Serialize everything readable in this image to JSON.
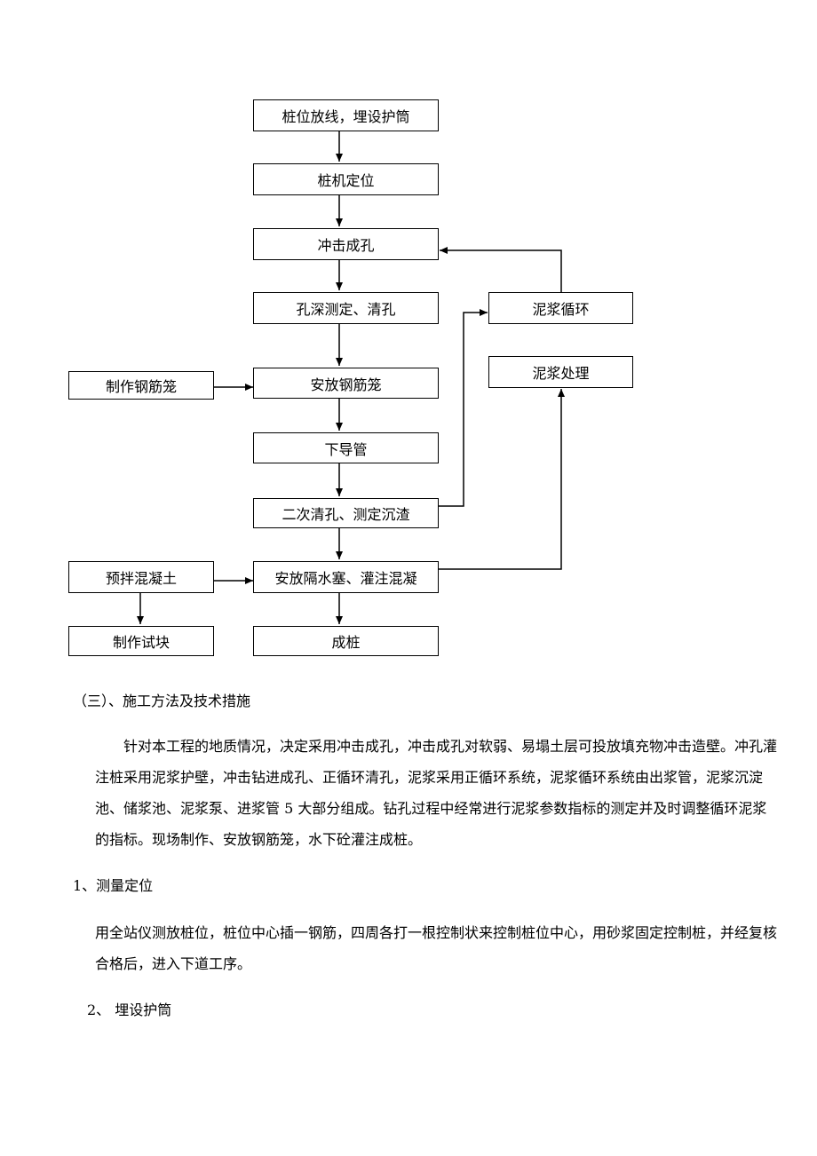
{
  "flowchart": {
    "boxes": {
      "b1": "桩位放线，埋设护筒",
      "b2": "桩机定位",
      "b3": "冲击成孔",
      "b4": "孔深测定、清孔",
      "b5": "安放钢筋笼",
      "b6": "下导管",
      "b7": "二次清孔、测定沉渣",
      "b8": "安放隔水塞、灌注混凝",
      "b9": "成桩",
      "left1": "制作钢筋笼",
      "left2": "预拌混凝土",
      "left3": "制作试块",
      "right1": "泥浆循环",
      "right2": "泥浆处理"
    }
  },
  "text": {
    "heading": "（三）、施工方法及技术措施",
    "para1": "针对本工程的地质情况，决定采用冲击成孔，冲击成孔对软弱、易塌土层可投放填充物冲击造壁。冲孔灌注桩采用泥浆护壁，冲击钻进成孔、正循环清孔，泥浆采用正循环系统，泥浆循环系统由出浆管，泥浆沉淀池、储浆池、泥浆泵、进浆管 5 大部分组成。钻孔过程中经常进行泥浆参数指标的测定并及时调整循环泥浆的指标。现场制作、安放钢筋笼，水下砼灌注成桩。",
    "sub1": "1、测量定位",
    "para2": "用全站仪测放桩位，桩位中心插一钢筋，四周各打一根控制状来控制桩位中心，用砂浆固定控制桩，并经复核合格后，进入下道工序。",
    "sub2": "2、 埋设护筒"
  }
}
